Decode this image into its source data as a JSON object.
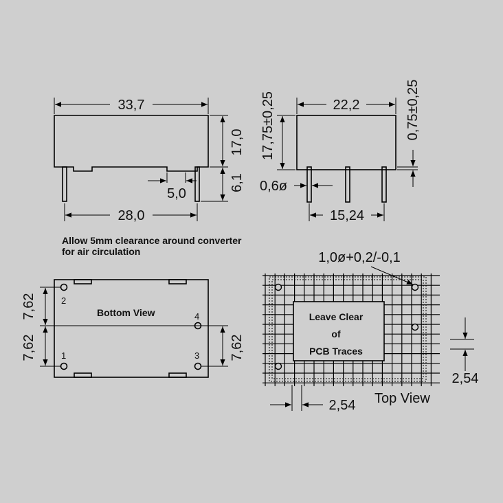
{
  "side_view": {
    "width_label": "33,7",
    "height_label": "17,0",
    "pin_length_label": "6,1",
    "pin_gap_label": "5,0",
    "pin_pitch_label": "28,0"
  },
  "end_view": {
    "width_label": "22,2",
    "height_label": "17,75±0,25",
    "offset_label": "0,75±0,25",
    "pin_diameter_label": "0,6ø",
    "pin_pitch_label": "15,24"
  },
  "clearance_note": {
    "line1": "Allow 5mm clearance around converter",
    "line2": "for air circulation"
  },
  "bottom_view": {
    "title": "Bottom View",
    "pins": [
      "1",
      "2",
      "3",
      "4"
    ],
    "dim_upper_left": "7,62",
    "dim_lower_left": "7,62",
    "dim_right": "7,62"
  },
  "top_view": {
    "title": "Top View",
    "hole_label": "1,0ø+0,2/-0,1",
    "keepout_line1": "Leave Clear",
    "keepout_line2": "of",
    "keepout_line3": "PCB Traces",
    "grid_pitch_x": "2,54",
    "grid_pitch_y": "2,54"
  }
}
